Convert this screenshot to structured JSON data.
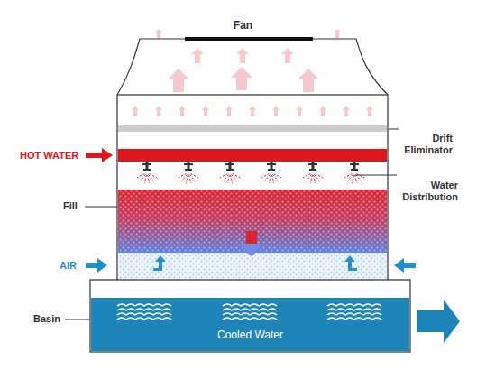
{
  "diagram": {
    "labels": [
      "Fan",
      "Drift Eliminator",
      "HOT WATER",
      "Water Distribution",
      "Fill",
      "AIR",
      "Basin",
      "Cooled Water"
    ]
  }
}
